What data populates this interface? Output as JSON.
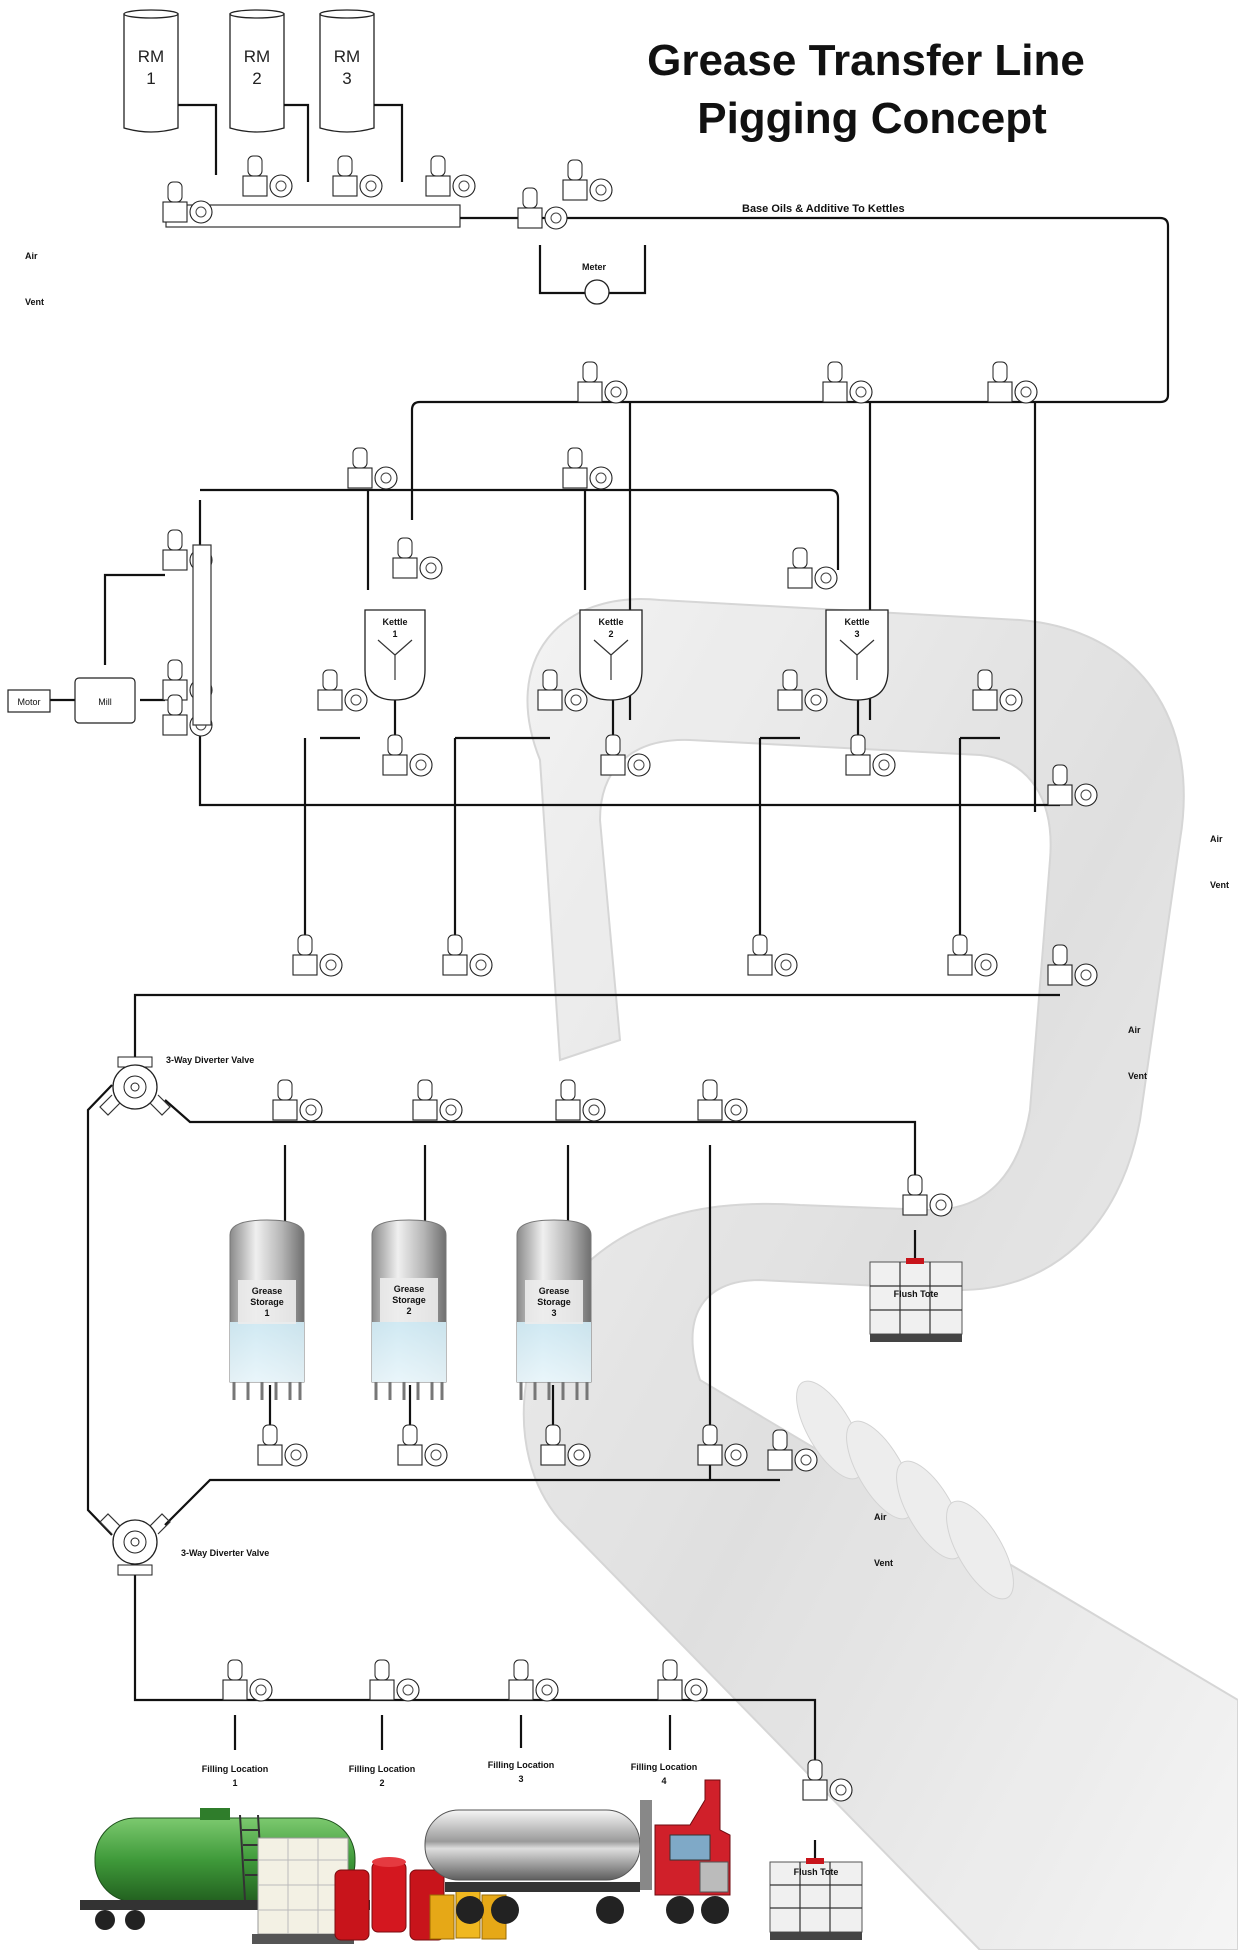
{
  "title": {
    "line1": "Grease Transfer Line",
    "line2": "Pigging Concept"
  },
  "raw_materials": [
    {
      "line1": "RM",
      "line2": "1"
    },
    {
      "line1": "RM",
      "line2": "2"
    },
    {
      "line1": "RM",
      "line2": "3"
    }
  ],
  "labels": {
    "air": "Air",
    "vent": "Vent",
    "meter": "Meter",
    "base_oils": "Base Oils & Additive To Kettles",
    "motor": "Motor",
    "mill": "Mill",
    "diverter": "3-Way Diverter Valve",
    "flush_tote": "Flush Tote"
  },
  "kettles": [
    {
      "line1": "Kettle",
      "line2": "1"
    },
    {
      "line1": "Kettle",
      "line2": "2"
    },
    {
      "line1": "Kettle",
      "line2": "3"
    }
  ],
  "grease_storage": [
    {
      "line1": "Grease",
      "line2": "Storage",
      "line3": "1"
    },
    {
      "line1": "Grease",
      "line2": "Storage",
      "line3": "2"
    },
    {
      "line1": "Grease",
      "line2": "Storage",
      "line3": "3"
    }
  ],
  "filling_locations": [
    {
      "line1": "Filling Location",
      "line2": "1"
    },
    {
      "line1": "Filling Location",
      "line2": "2"
    },
    {
      "line1": "Filling Location",
      "line2": "3"
    },
    {
      "line1": "Filling Location",
      "line2": "4"
    }
  ],
  "colors": {
    "pipe": "#111111",
    "watermark": "#e6e6e6",
    "tank_steel": "#b8b8b8",
    "tank_liquid": "#bfe3ef",
    "rail_tank": "#3f9a3a",
    "truck_red": "#d0202a",
    "drum_red": "#c8141b",
    "can_yellow": "#e6a817"
  }
}
